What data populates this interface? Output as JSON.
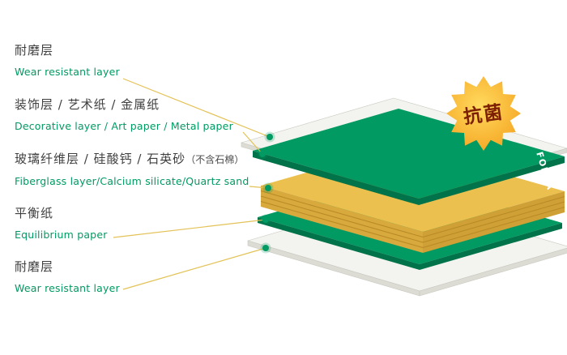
{
  "labels": [
    {
      "zh": "耐磨层",
      "en": "Wear resistant layer"
    },
    {
      "zh": "装饰层 / 艺术纸 / 金属纸",
      "en": "Decorative layer / Art paper / Metal paper"
    },
    {
      "zh": "玻璃纤维层 / 硅酸钙 / 石英砂",
      "note": "（不含石棉）",
      "en": "Fiberglass layer/Calcium silicate/Quartz sand"
    },
    {
      "zh": "平衡纸",
      "en": "Equilibrium paper"
    },
    {
      "zh": "耐磨层",
      "en": "Wear resistant layer"
    }
  ],
  "badge": {
    "text": "抗菌"
  },
  "brand": {
    "text": "FORCA"
  },
  "colors": {
    "layer_green_top": "#009a62",
    "layer_green_side": "#00734a",
    "core_yellow_top": "#ecc04f",
    "core_yellow_side_left": "#d8a93c",
    "core_yellow_side_right": "#cfa035",
    "core_stripe": "#b88a26",
    "sheet_white_top": "#f3f3ef",
    "sheet_white_side": "#dcdcd4",
    "sheet_white_stroke": "#c9c9c0",
    "label_zh": "#3f3f3f",
    "label_en": "#009a62",
    "leader_line": "#e3c257",
    "dot": "#009a62",
    "badge_inner": "#ffda5e",
    "badge_outer": "#f5a21f",
    "badge_text": "#7c1f02",
    "brand_text": "#ffffff"
  }
}
